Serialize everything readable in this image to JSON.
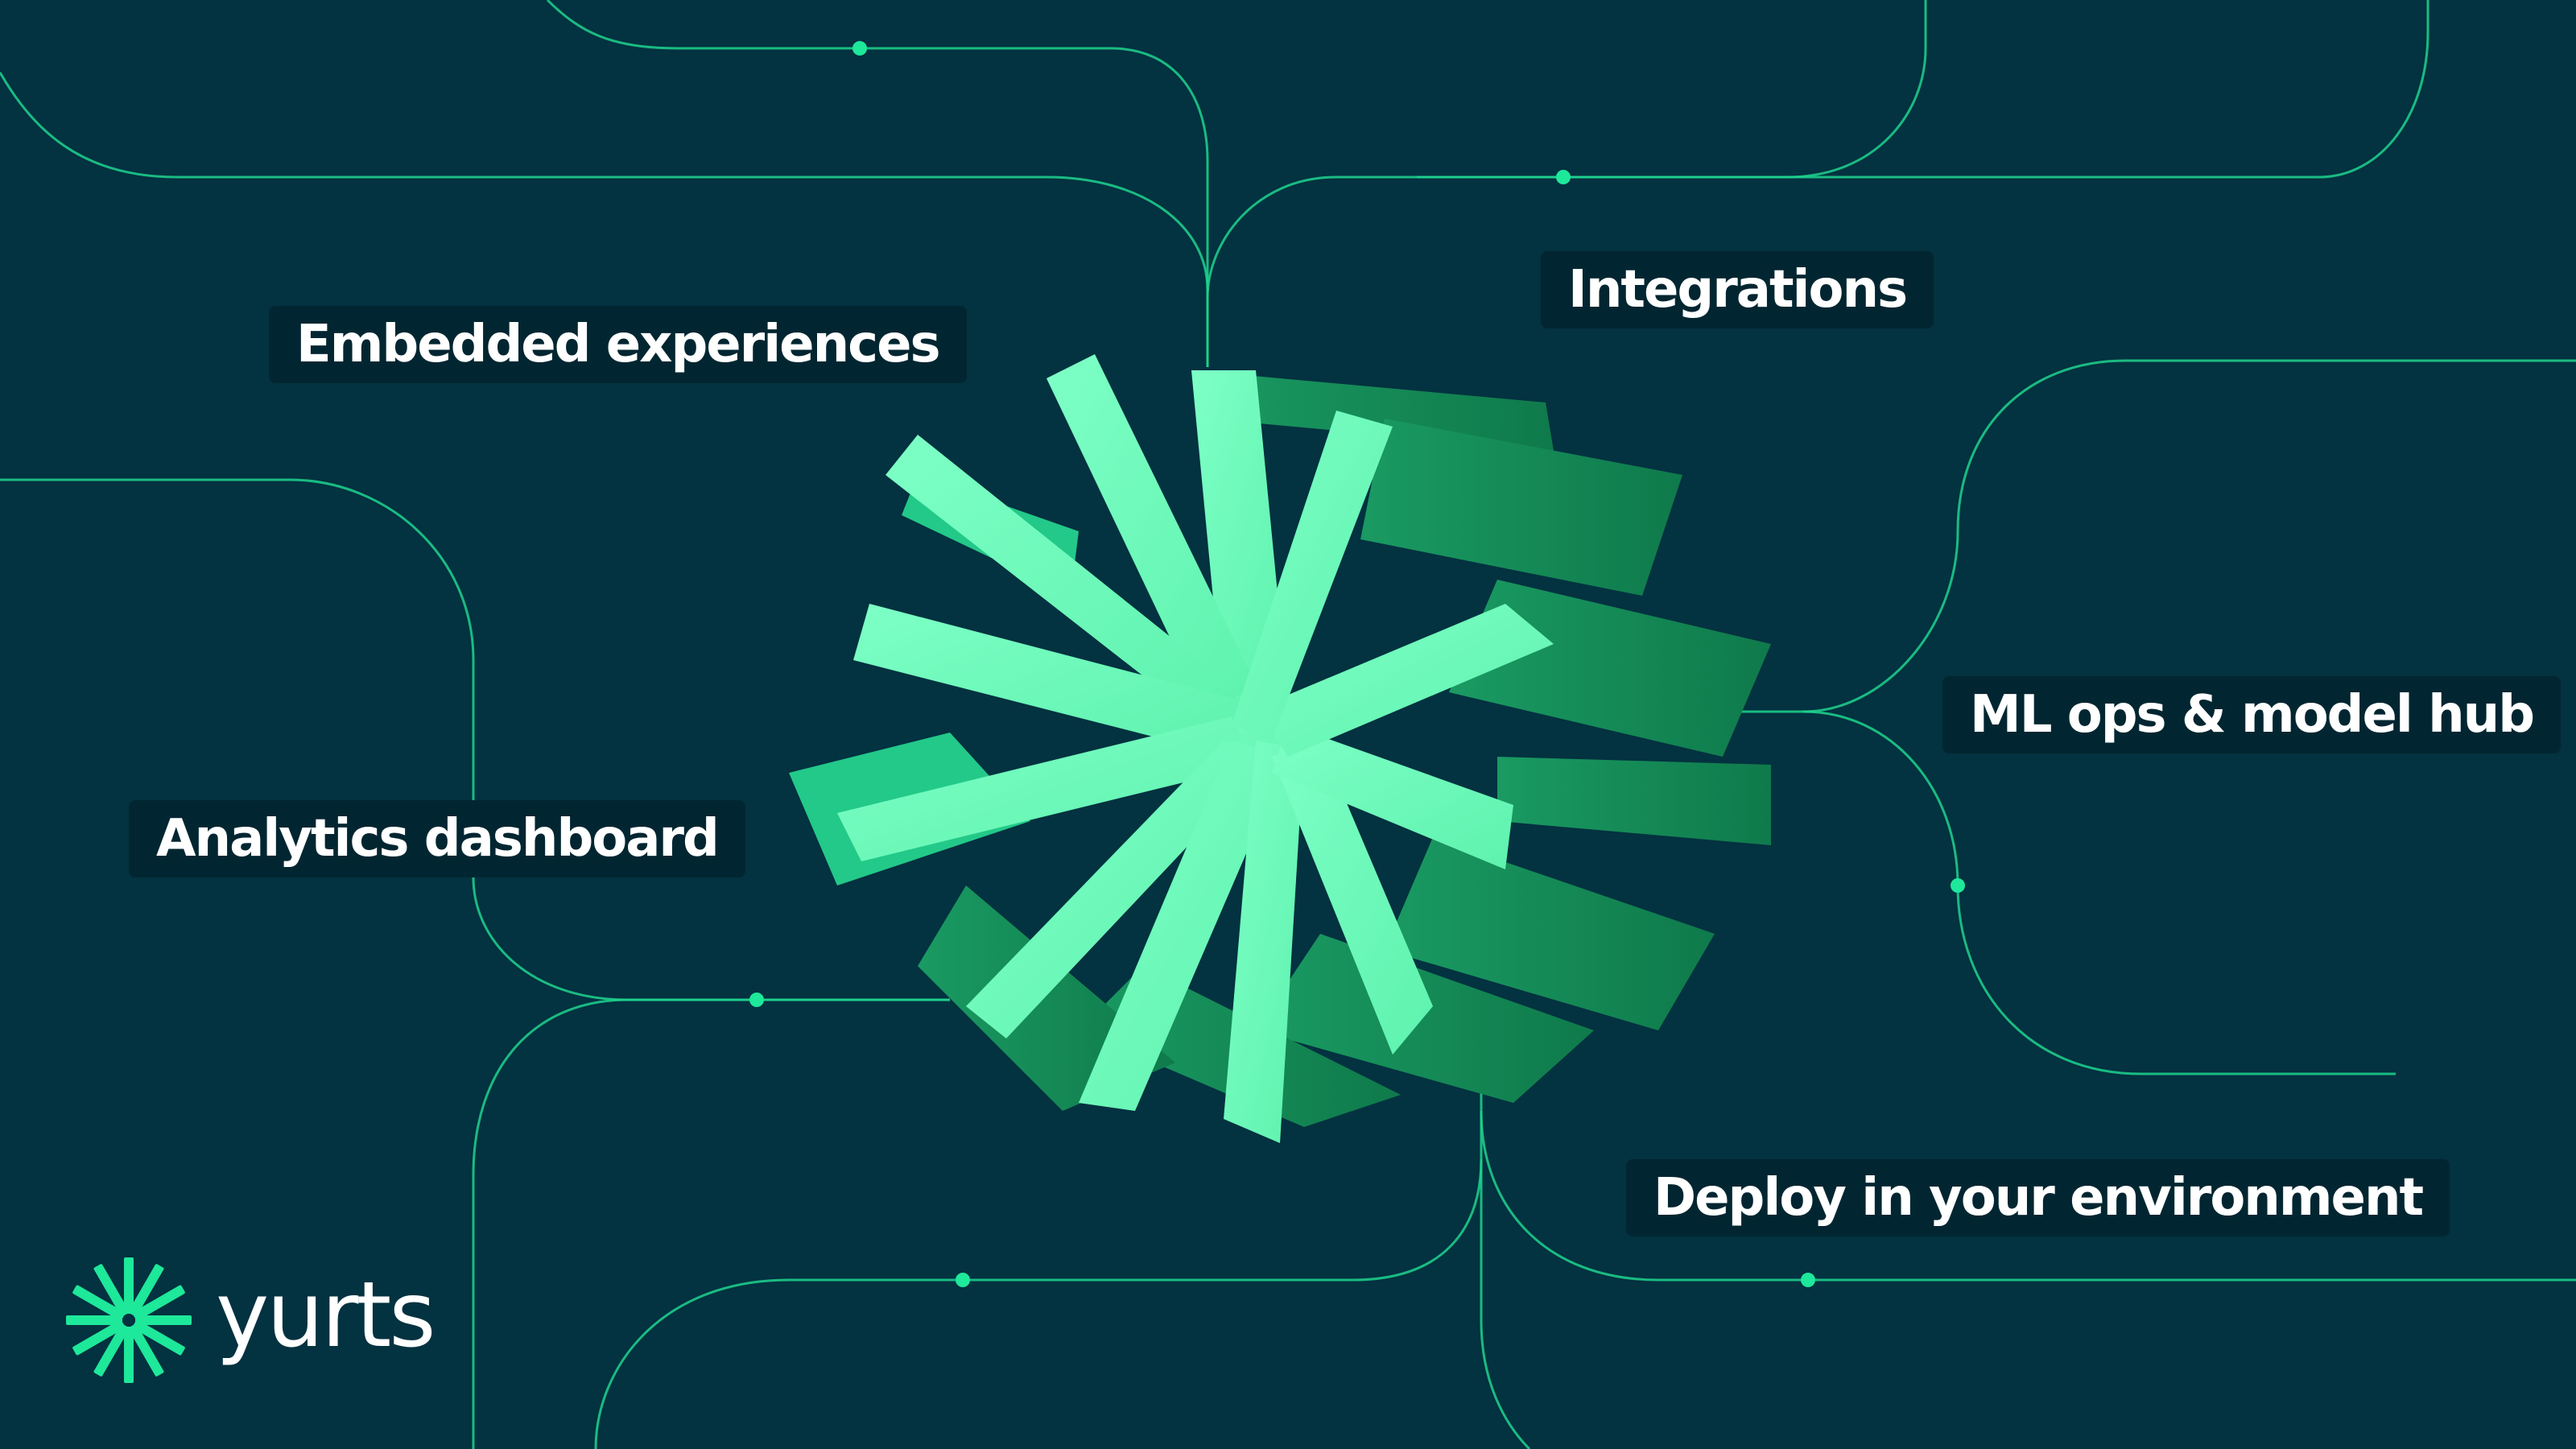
{
  "labels": {
    "embedded": "Embedded experiences",
    "integrations": "Integrations",
    "mlops": "ML ops & model hub",
    "analytics": "Analytics dashboard",
    "deploy": "Deploy in your environment"
  },
  "brand": {
    "name": "yurts",
    "logo_icon": "starburst-icon"
  },
  "center_graphic": "starburst-icon",
  "colors": {
    "background": "#033240",
    "label_background": "#022631",
    "line": "#1fd38e",
    "accent": "#1ee89a",
    "starburst_light": "#77ffc2",
    "starburst_dark": "#148a56"
  }
}
